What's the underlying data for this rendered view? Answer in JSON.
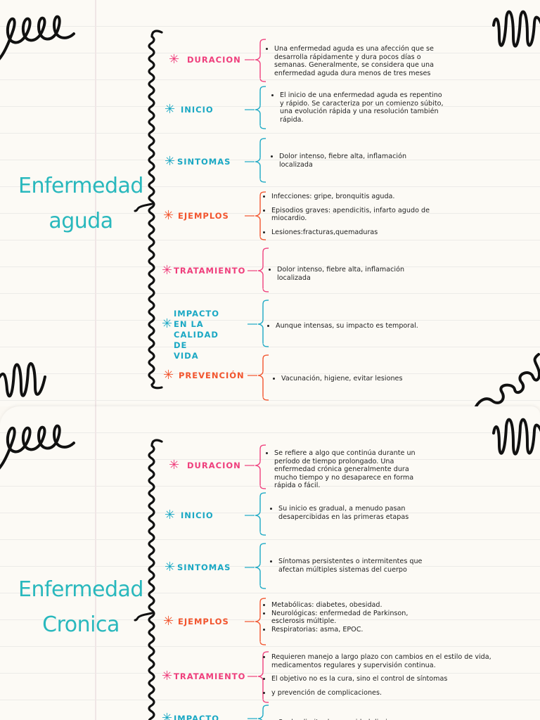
{
  "colors": {
    "pink": "#ef3e7c",
    "teal": "#1aa8c4",
    "orange": "#f2542d",
    "title": "#29b8bd",
    "ink": "#111111"
  },
  "sections": [
    {
      "title_lines": [
        "Enfermedad",
        "aguda"
      ],
      "rows": [
        {
          "label": [
            "DURACION"
          ],
          "color": "pink",
          "items": [
            "Una enfermedad aguda es una afección que se desarrolla rápidamente y dura pocos días o semanas. Generalmente, se considera que una enfermedad aguda dura menos de tres meses"
          ]
        },
        {
          "label": [
            "INICIO"
          ],
          "color": "teal",
          "items": [
            "El inicio de una enfermedad aguda es repentino y rápido. Se caracteriza por un comienzo súbito, una evolución rápida y una resolución también rápida."
          ]
        },
        {
          "label": [
            "SINTOMAS"
          ],
          "color": "teal",
          "items": [
            "Dolor intenso, fiebre alta, inflamación localizada"
          ]
        },
        {
          "label": [
            "EJEMPLOS"
          ],
          "color": "orange",
          "items": [
            "Infecciones: gripe, bronquitis aguda.",
            "Episodios graves: apendicitis, infarto agudo de miocardio.",
            "Lesiones:fracturas,quemaduras"
          ]
        },
        {
          "label": [
            "TRATAMIENTO"
          ],
          "color": "pink",
          "items": [
            "Dolor intenso, fiebre alta, inflamación localizada"
          ]
        },
        {
          "label": [
            "IMPACTO EN LA",
            "CALIDAD DE",
            "VIDA"
          ],
          "color": "teal",
          "items": [
            "Aunque intensas, su impacto es temporal."
          ]
        },
        {
          "label": [
            "PREVENCIÓN"
          ],
          "color": "orange",
          "items": [
            "Vacunación, higiene, evitar lesiones"
          ]
        }
      ]
    },
    {
      "title_lines": [
        "Enfermedad",
        "Cronica"
      ],
      "rows": [
        {
          "label": [
            "DURACION"
          ],
          "color": "pink",
          "items": [
            "Se refiere a algo que continúa durante un período de tiempo prolongado. Una enfermedad crónica generalmente dura mucho tiempo y no desaparece en forma rápida o fácil."
          ]
        },
        {
          "label": [
            "INICIO"
          ],
          "color": "teal",
          "items": [
            "Su inicio es gradual, a menudo pasan desapercibidas en las primeras etapas"
          ]
        },
        {
          "label": [
            "SINTOMAS"
          ],
          "color": "teal",
          "items": [
            "Síntomas persistentes o intermitentes que afectan múltiples sistemas del cuerpo"
          ]
        },
        {
          "label": [
            "EJEMPLOS"
          ],
          "color": "orange",
          "items": [
            "Metabólicas: diabetes, obesidad.",
            "Neurológicas: enfermedad de Parkinson, esclerosis múltiple.",
            "Respiratorias: asma, EPOC."
          ]
        },
        {
          "label": [
            "TRATAMIENTO"
          ],
          "color": "pink",
          "items": [
            "Requieren manejo a largo plazo con cambios en el estilo de vida, medicamentos regulares y supervisión continua.",
            "El objetivo no es la cura, sino el control de síntomas",
            "y prevención de complicaciones."
          ]
        },
        {
          "label": [
            "IMPACTO EN LA"
          ],
          "color": "teal",
          "items": [
            "Suelen limitar la capacidad diaria"
          ]
        }
      ]
    }
  ]
}
